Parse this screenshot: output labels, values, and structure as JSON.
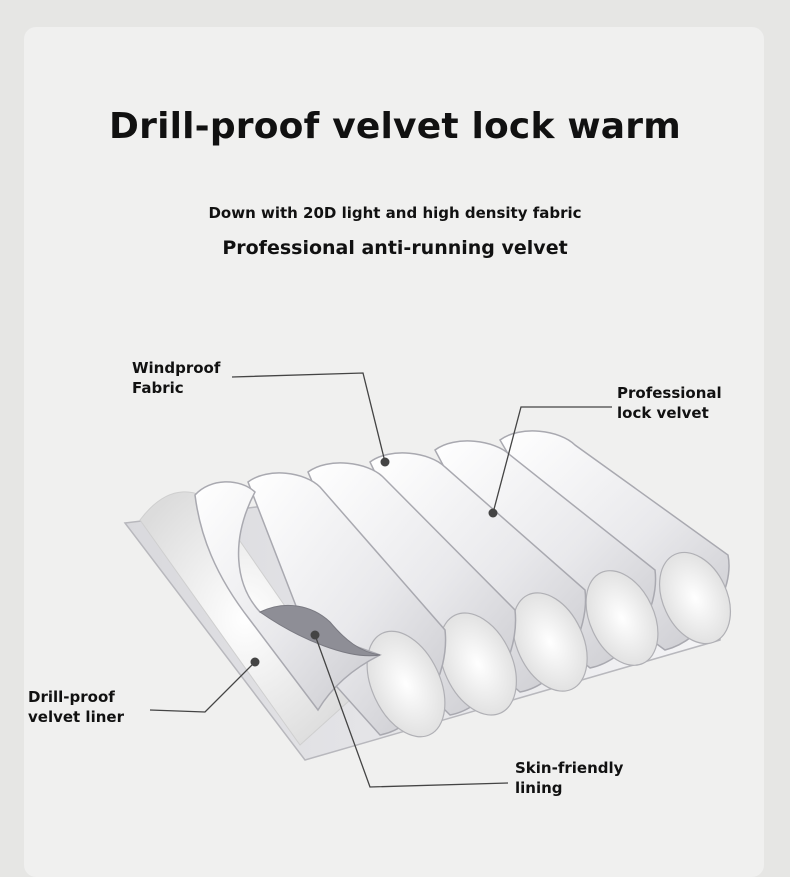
{
  "heading": {
    "title": "Drill-proof velvet lock warm",
    "subtitle_1": "Down with 20D light and high density fabric",
    "subtitle_2": "Professional anti-running velvet"
  },
  "labels": {
    "windproof": {
      "line1": "Windproof",
      "line2": "Fabric"
    },
    "lock_velvet": {
      "line1": "Professional",
      "line2": "lock velvet"
    },
    "liner": {
      "line1": "Drill-proof",
      "line2": "velvet liner"
    },
    "lining": {
      "line1": "Skin-friendly",
      "line2": "lining"
    }
  },
  "colors": {
    "page_background": "#e6e6e4",
    "card_background": "#f0f0ef",
    "text": "#111111",
    "leader_line": "#444444"
  }
}
